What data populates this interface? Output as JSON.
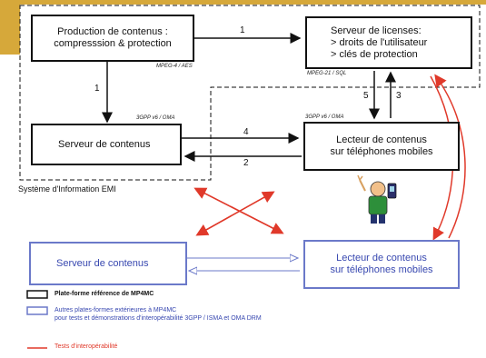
{
  "boxes": {
    "production": "Production de contenus :\ncompresssion & protection",
    "license_server_title": "Serveur de licenses:",
    "license_server_line1": "> droits de l'utilisateur",
    "license_server_line2": "> clés de protection",
    "content_server": "Serveur de contenus",
    "mobile_reader": "Lecteur de contenus\nsur téléphones mobiles",
    "ext_content_server": "Serveur de contenus",
    "ext_mobile_reader": "Lecteur de contenus\nsur téléphones mobiles"
  },
  "tags": {
    "mpeg4_aes": "MPEG-4 / AES",
    "mpeg21_sql": "MPEG-21 / SQL",
    "gpp_oma_left": "3GPP v6 / OMA",
    "gpp_oma_right": "3GPP v6 / OMA"
  },
  "arrow_labels": {
    "a1_top": "1",
    "a1_left": "1",
    "a5": "5",
    "a3": "3",
    "a4": "4",
    "a2": "2"
  },
  "region_label": "Système d'Information EMI",
  "legend": {
    "black": "Plate-forme référence de MP4MC",
    "blue_line1": "Autres plates-formes extérieures à MP4MC",
    "blue_line2": "pour tests et démonstrations d'interopérabilité 3GPP / ISMA et OMA DRM",
    "red": "Tests d'interopérabilité"
  },
  "colors": {
    "reference": "#111111",
    "external": "#6b79c9",
    "interop": "#e0392a",
    "accent": "#d6a83a"
  }
}
